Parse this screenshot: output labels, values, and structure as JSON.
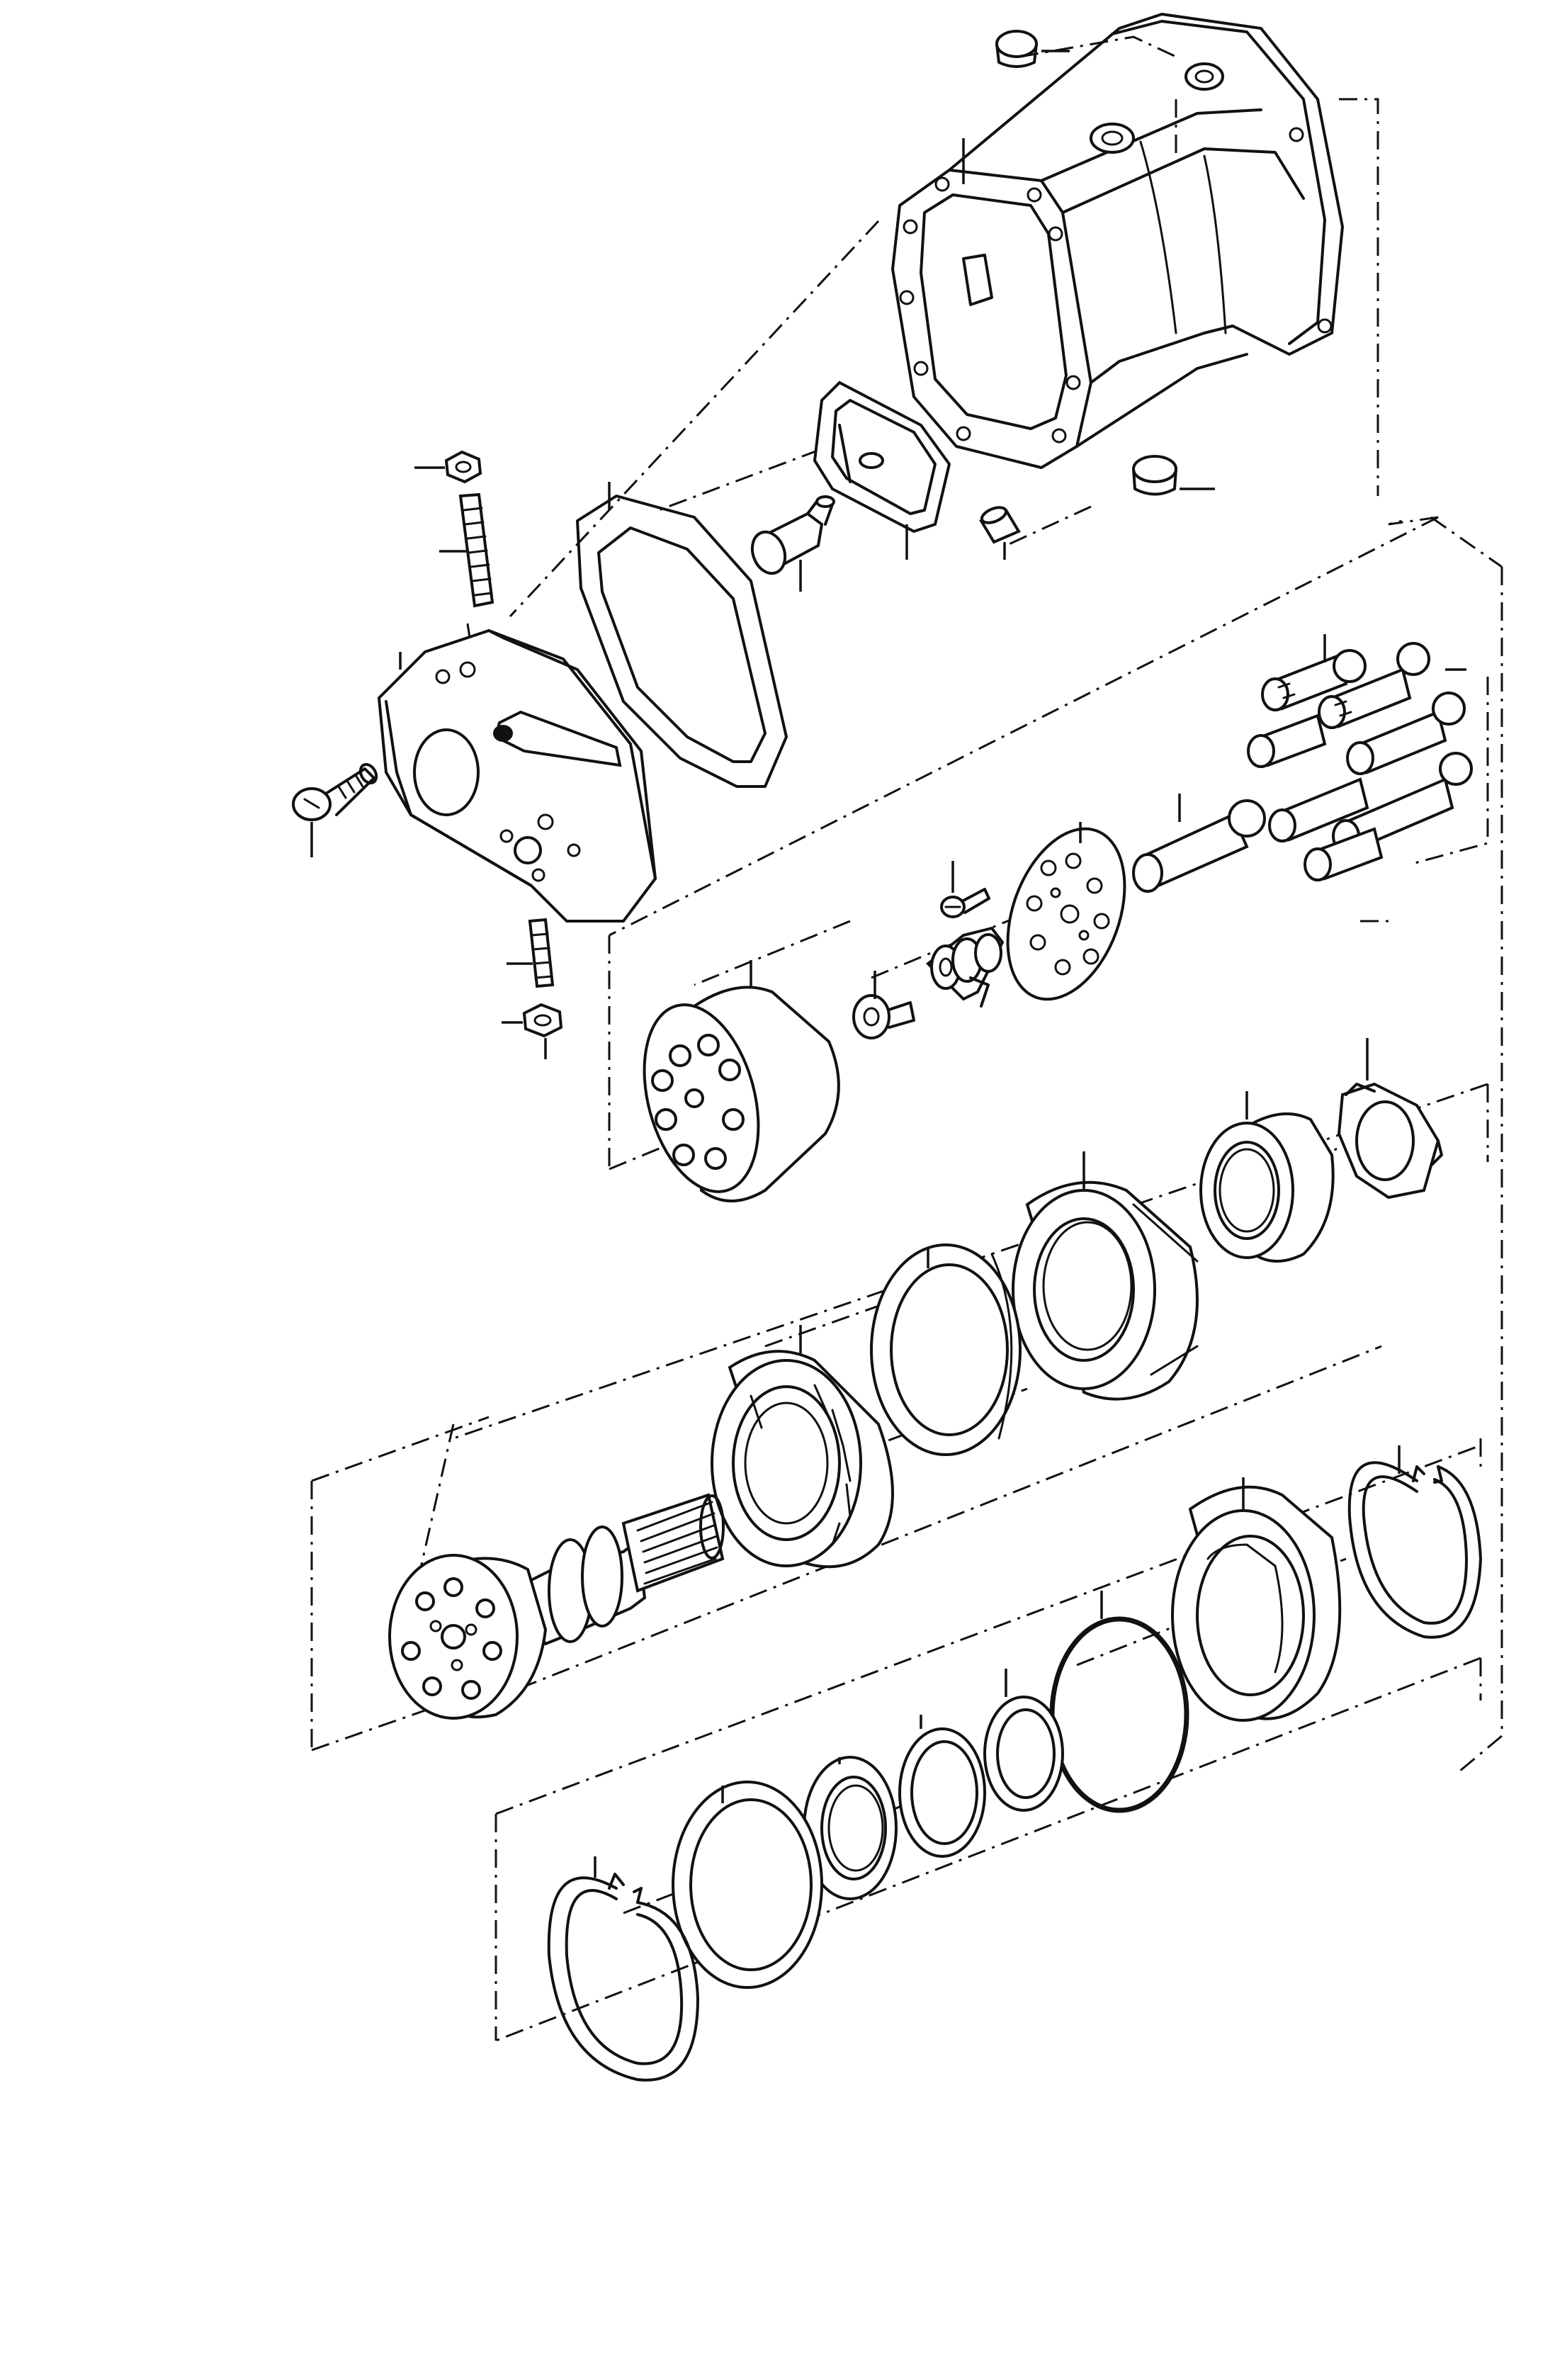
{
  "drawing": {
    "line_color": "#111111",
    "background": "#ffffff",
    "parts": [
      {
        "name": "plug-top",
        "callout": ""
      },
      {
        "name": "motor-housing",
        "callout": ""
      },
      {
        "name": "plug-bottom",
        "callout": ""
      },
      {
        "name": "dowel-pin",
        "callout": ""
      },
      {
        "name": "valve-plate",
        "callout": ""
      },
      {
        "name": "connector-fitting",
        "callout": ""
      },
      {
        "name": "gasket",
        "callout": ""
      },
      {
        "name": "end-cover",
        "callout": ""
      },
      {
        "name": "stud-upper",
        "callout": ""
      },
      {
        "name": "nut-upper",
        "callout": ""
      },
      {
        "name": "cap-screw",
        "callout": ""
      },
      {
        "name": "stud-lower",
        "callout": ""
      },
      {
        "name": "nut-lower",
        "callout": ""
      },
      {
        "name": "pistons",
        "callout": ""
      },
      {
        "name": "center-pin",
        "callout": ""
      },
      {
        "name": "retainer-plate",
        "callout": ""
      },
      {
        "name": "small-screw",
        "callout": ""
      },
      {
        "name": "ball-guide",
        "callout": ""
      },
      {
        "name": "spring-seat",
        "callout": ""
      },
      {
        "name": "cylinder-block",
        "callout": ""
      },
      {
        "name": "lock-nut",
        "callout": ""
      },
      {
        "name": "bearing-small",
        "callout": ""
      },
      {
        "name": "bearing-large",
        "callout": ""
      },
      {
        "name": "spacer-washer",
        "callout": ""
      },
      {
        "name": "tapered-roller-bearing",
        "callout": ""
      },
      {
        "name": "drive-shaft",
        "callout": ""
      },
      {
        "name": "snap-ring-upper",
        "callout": ""
      },
      {
        "name": "seal-carrier",
        "callout": ""
      },
      {
        "name": "o-ring",
        "callout": ""
      },
      {
        "name": "shim-ring-1",
        "callout": ""
      },
      {
        "name": "shim-ring-2",
        "callout": ""
      },
      {
        "name": "seal-ring",
        "callout": ""
      },
      {
        "name": "thrust-washer",
        "callout": ""
      },
      {
        "name": "snap-ring-lower",
        "callout": ""
      }
    ]
  }
}
